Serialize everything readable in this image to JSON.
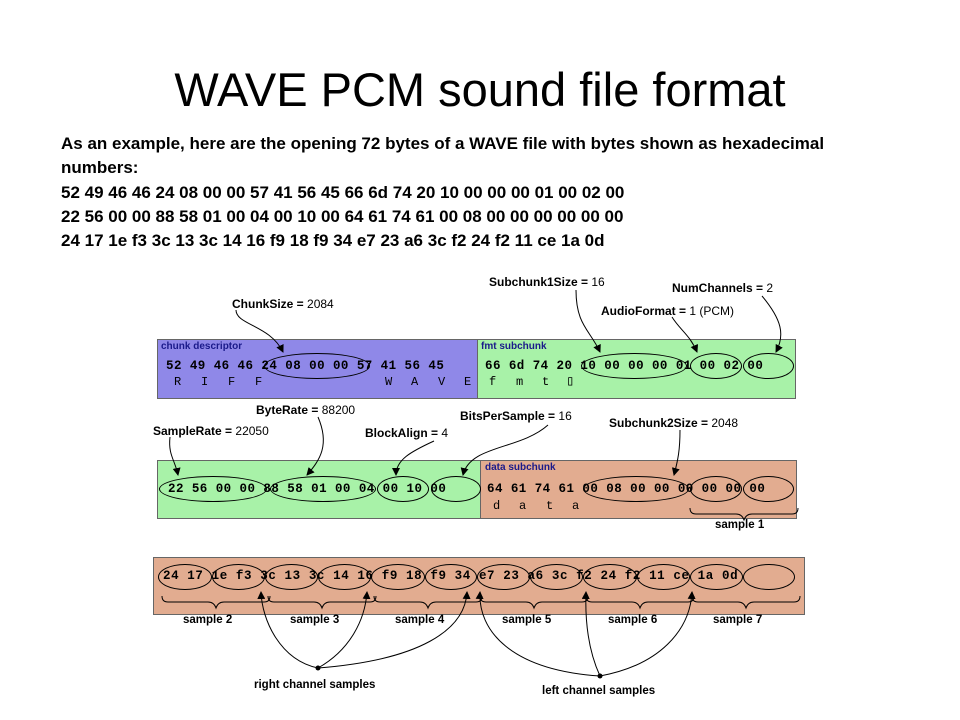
{
  "title": "WAVE PCM sound file format",
  "intro": "As an example, here are the opening 72 bytes of a WAVE file with bytes shown as hexadecimal numbers:",
  "hex_lines": [
    "52 49 46 46 24 08 00 00 57 41 56 45 66 6d 74 20 10 00 00 00 01 00 02 00",
    "22 56 00 00 88 58 01 00 04 00 10 00 64 61 74 61 00 08 00 00 00 00 00 00",
    "24 17 1e f3 3c 13 3c 14 16 f9 18 f9 34 e7 23 a6 3c f2 24 f2 11 ce 1a 0d"
  ],
  "colors": {
    "chunk_descriptor": "#8f88e8",
    "fmt_subchunk": "#a8f2a8",
    "data_subchunk": "#e2ac90"
  },
  "diagram": {
    "row1": {
      "descriptor_label": "chunk descriptor",
      "fmt_label": "fmt subchunk",
      "bytes_descriptor": "52 49 46 46 24 08 00 00 57 41 56 45",
      "bytes_fmt": "66 6d 74 20 10 00 00 00 01 00 02 00",
      "chars_descriptor": [
        "R",
        "I",
        "F",
        "F",
        "W",
        "A",
        "V",
        "E"
      ],
      "chars_fmt": [
        "f",
        "m",
        "t",
        "▯"
      ]
    },
    "row2": {
      "data_label": "data subchunk",
      "bytes_fmt": "22 56 00 00 88 58 01 00 04 00 10 00",
      "bytes_data": "64 61 74 61 00 08 00 00 00 00 00 00",
      "chars_data": [
        "d",
        "a",
        "t",
        "a"
      ]
    },
    "row3": {
      "bytes": "24 17 1e f3 3c 13 3c 14 16 f9 18 f9 34 e7 23 a6 3c f2 24 f2 11 ce 1a 0d"
    },
    "annotations": {
      "chunk_size": {
        "name": "ChunkSize",
        "value": "2084"
      },
      "subchunk1_size": {
        "name": "Subchunk1Size",
        "value": "16"
      },
      "num_channels": {
        "name": "NumChannels",
        "value": "2"
      },
      "audio_format": {
        "name": "AudioFormat",
        "value": "1 (PCM)"
      },
      "byte_rate": {
        "name": "ByteRate",
        "value": "88200"
      },
      "sample_rate": {
        "name": "SampleRate",
        "value": "22050"
      },
      "block_align": {
        "name": "BlockAlign",
        "value": "4"
      },
      "bits_per_sample": {
        "name": "BitsPerSample",
        "value": "16"
      },
      "subchunk2_size": {
        "name": "Subchunk2Size",
        "value": "2048"
      }
    },
    "samples": [
      "sample 1",
      "sample 2",
      "sample 3",
      "sample 4",
      "sample 5",
      "sample 6",
      "sample 7"
    ],
    "channel_labels": {
      "right": "right channel samples",
      "left": "left channel samples"
    }
  }
}
